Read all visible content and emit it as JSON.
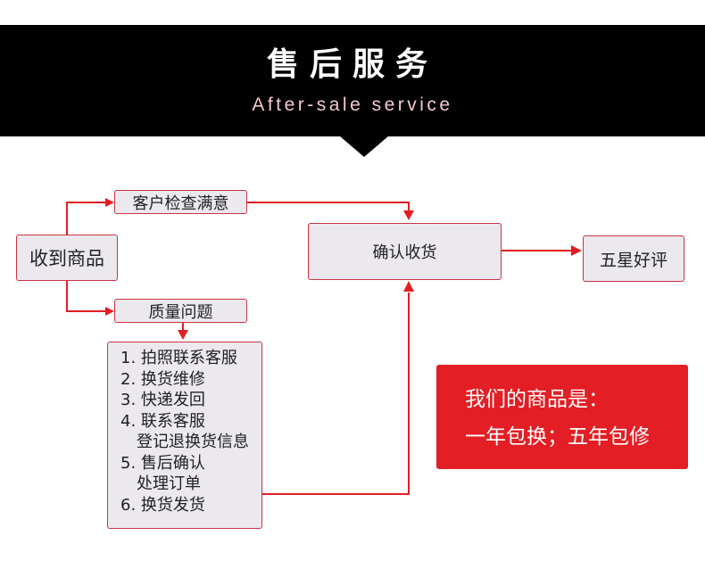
{
  "header": {
    "title_cn": "售后服务",
    "title_en": "After-sale service",
    "background": "#000000",
    "subtitle_color": "#f3c9d0"
  },
  "flow": {
    "receive_goods": "收到商品",
    "inspect_satisfied": "客户检查满意",
    "quality_issue": "质量问题",
    "confirm_receipt": "确认收货",
    "five_star": "五星好评",
    "arrow_color": "#e31e24",
    "box_fill": "#ebe8ee",
    "box_border": "#cc3344"
  },
  "steps": [
    "1. 拍照联系客服",
    "2. 换货维修",
    "3. 快递发回",
    "4. 联系客服",
    "登记退换货信息",
    "5. 售后确认",
    "处理订单",
    "6. 换货发货"
  ],
  "promise": {
    "line1": "我们的商品是：",
    "line2": "一年包换；五年包修",
    "background": "#e31e24"
  }
}
